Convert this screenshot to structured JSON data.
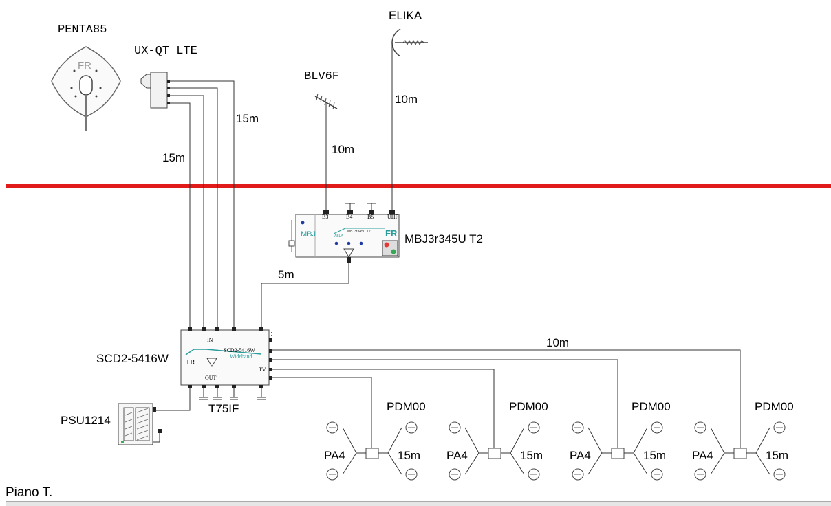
{
  "antennas": {
    "penta": "PENTA85",
    "penta_badge": "FR",
    "ux": "UX-QT LTE",
    "blv": "BLV6F",
    "elika": "ELIKA"
  },
  "cables": {
    "ux_left": "15m",
    "ux_right": "15m",
    "blv": "10m",
    "elika": "10m",
    "mbj_to_scd": "5m",
    "trunk": "10m",
    "pa_1": "15m",
    "pa_2": "15m",
    "pa_3": "15m",
    "pa_4": "15m"
  },
  "mbj": {
    "name": "MBJ3r345U T2",
    "ports": [
      "B3",
      "B4",
      "B5",
      "UHF"
    ],
    "side": "MBJ",
    "brand": "ABLA",
    "model": "MBJ3r345U T2",
    "fr": "FR"
  },
  "scd": {
    "name": "SCD2-5416W",
    "in": "IN",
    "out": "OUT",
    "tv": "TV",
    "model": "SCD2-5416W",
    "sub": "Wideband",
    "fr": "FR"
  },
  "terminators": "T75IF",
  "psu": "PSU1214",
  "pdm": [
    "PDM00",
    "PDM00",
    "PDM00",
    "PDM00"
  ],
  "pa": [
    "PA4",
    "PA4",
    "PA4",
    "PA4"
  ],
  "floor": "Piano T.",
  "colors": {
    "roof_line": "#e11a1a",
    "accent": "#2a9d9d",
    "led_red": "#e53935",
    "led_green": "#34a853"
  }
}
